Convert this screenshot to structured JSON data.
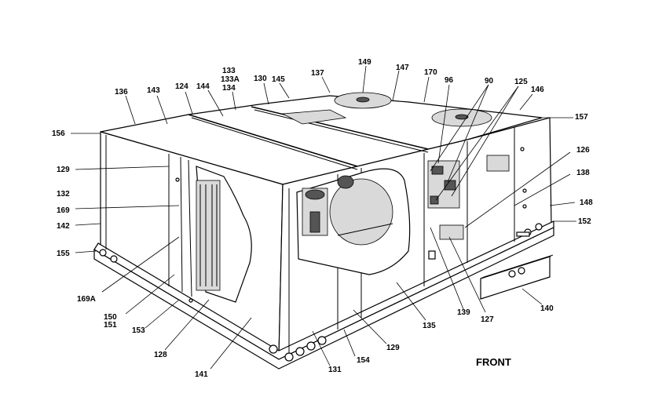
{
  "labels": [
    {
      "id": "l136",
      "text": "136"
    },
    {
      "id": "l143",
      "text": "143"
    },
    {
      "id": "l124",
      "text": "124"
    },
    {
      "id": "l144",
      "text": "144"
    },
    {
      "id": "l133",
      "text": "133"
    },
    {
      "id": "l133a",
      "text": "133A"
    },
    {
      "id": "l134",
      "text": "134"
    },
    {
      "id": "l130",
      "text": "130"
    },
    {
      "id": "l145",
      "text": "145"
    },
    {
      "id": "l137",
      "text": "137"
    },
    {
      "id": "l149",
      "text": "149"
    },
    {
      "id": "l147",
      "text": "147"
    },
    {
      "id": "l170",
      "text": "170"
    },
    {
      "id": "l96",
      "text": "96"
    },
    {
      "id": "l90",
      "text": "90"
    },
    {
      "id": "l125",
      "text": "125"
    },
    {
      "id": "l146",
      "text": "146"
    },
    {
      "id": "l157",
      "text": "157"
    },
    {
      "id": "l156",
      "text": "156"
    },
    {
      "id": "l129a",
      "text": "129"
    },
    {
      "id": "l132",
      "text": "132"
    },
    {
      "id": "l169",
      "text": "169"
    },
    {
      "id": "l142",
      "text": "142"
    },
    {
      "id": "l155",
      "text": "155"
    },
    {
      "id": "l169a",
      "text": "169A"
    },
    {
      "id": "l150",
      "text": "150"
    },
    {
      "id": "l151",
      "text": "151"
    },
    {
      "id": "l153",
      "text": "153"
    },
    {
      "id": "l128",
      "text": "128"
    },
    {
      "id": "l141",
      "text": "141"
    },
    {
      "id": "l131",
      "text": "131"
    },
    {
      "id": "l154",
      "text": "154"
    },
    {
      "id": "l129b",
      "text": "129"
    },
    {
      "id": "l135",
      "text": "135"
    },
    {
      "id": "l139",
      "text": "139"
    },
    {
      "id": "l127",
      "text": "127"
    },
    {
      "id": "l140",
      "text": "140"
    },
    {
      "id": "l126",
      "text": "126"
    },
    {
      "id": "l138",
      "text": "138"
    },
    {
      "id": "l148",
      "text": "148"
    },
    {
      "id": "l152",
      "text": "152"
    }
  ],
  "front_label": "FRONT"
}
